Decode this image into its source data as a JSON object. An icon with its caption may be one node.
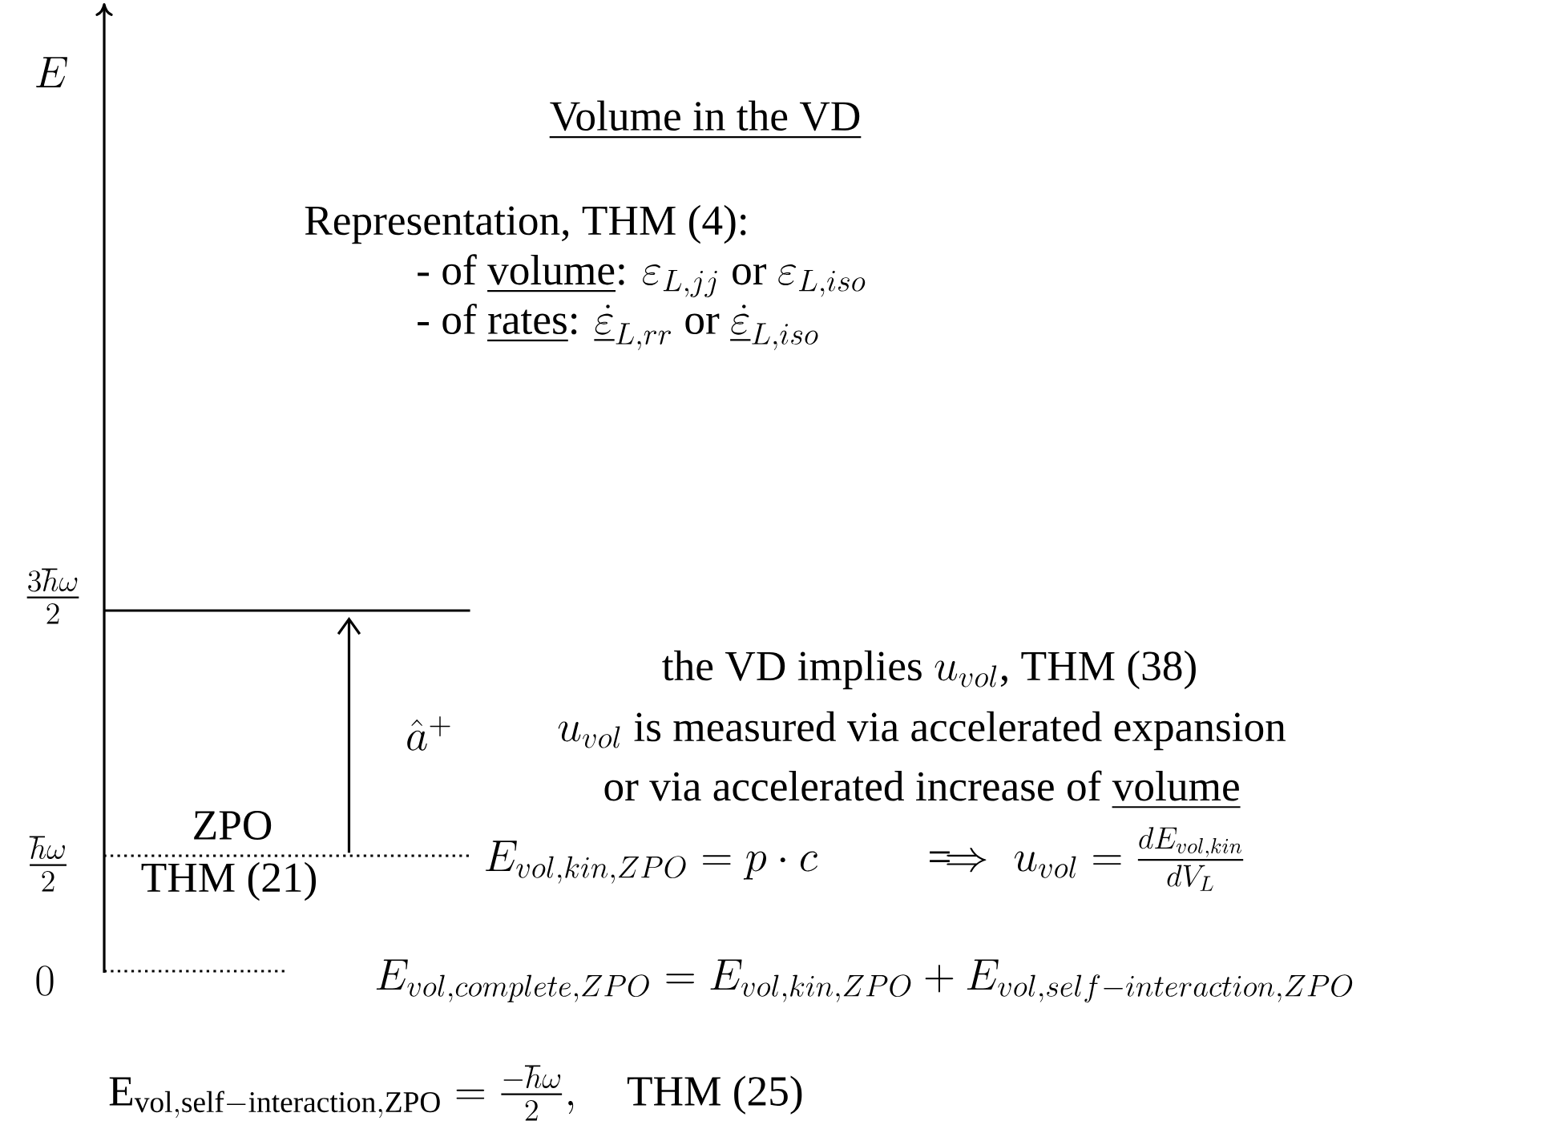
{
  "diagram": {
    "nodes": [
      {
        "text": [],
        "shape": "line"
      },
      {
        "text": [],
        "shape": "line"
      },
      {
        "text": [],
        "shape": "line"
      }
    ],
    "edges": [
      {
        "from": 1,
        "to": 0,
        "arrow": "to",
        "label": "\\hat{a}^{+}"
      }
    ],
    "labels": [
      "E",
      "Volume in the VD",
      "Representation, THM (4):",
      "\\text{- of \\underline{volume}: }\\varepsilon_{L,jj}\\text{ or }\\varepsilon_{L,iso}",
      "\\text{- of \\underline{rates}: }\\underline{\\dot{\\varepsilon}}_{L,rr}\\text{ or }\\underline{\\dot{\\varepsilon}}_{L,iso}",
      "\\frac{3\\hbar\\omega}{2}",
      "\\text{the VD implies }u_{vol}\\text{, THM (38)}",
      "u_{vol}\\text{ is measured via accelerated expansion}",
      "\\text{or via accelerated increase of \\underline{volume}}",
      "\\frac{\\hbar\\omega}{2}",
      "ZPO",
      "THM (21)",
      "E_{vol,kin,ZPO}=p\\cdot c\\qquad\\implies u_{vol}=\\frac{dE_{vol,kin}}{dV_L}",
      "0",
      "E_{vol,complete,ZPO}=E_{vol,kin,ZPO}+E_{vol,self-interaction,ZPO}",
      "\\mathrm{E}_{\\mathrm{vol,self-interaction,ZPO}}=\\frac{-\\hbar\\omega}{2},\\quad\\text{THM (25)}"
    ]
  }
}
